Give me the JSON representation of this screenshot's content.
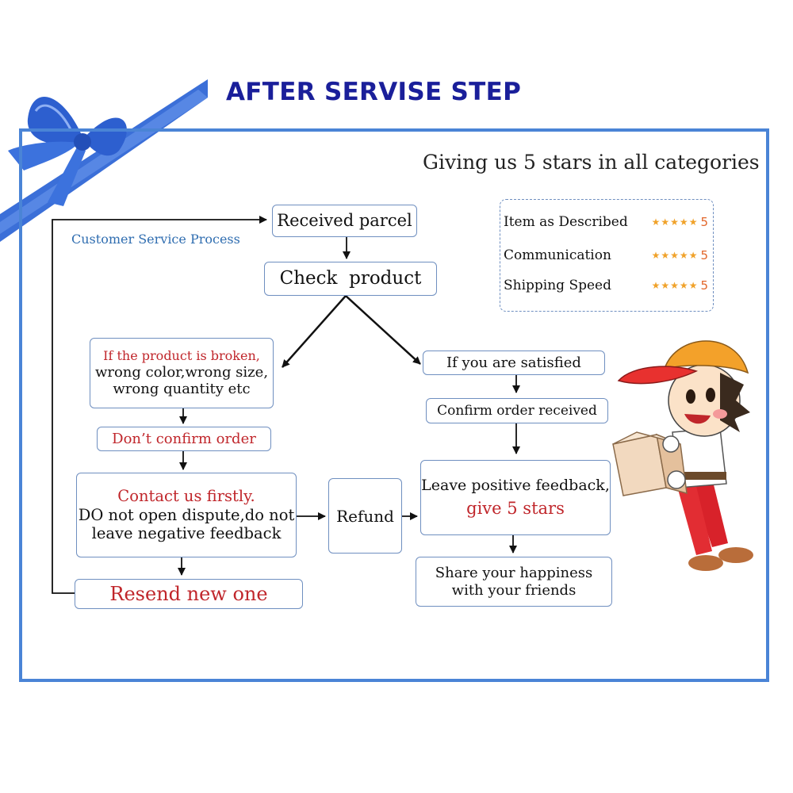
{
  "title": "AFTER SERVISE STEP",
  "subtitle": "Giving us 5 stars in all categories",
  "process_label": "Customer Service Process",
  "ratings": [
    {
      "label": "Item as Described",
      "stars": 5,
      "score": "5"
    },
    {
      "label": "Communication",
      "stars": 5,
      "score": "5"
    },
    {
      "label": "Shipping Speed",
      "stars": 5,
      "score": "5"
    }
  ],
  "steps": {
    "received": "Received parcel",
    "check": "Check  product",
    "broken_red": "If the product is broken,",
    "broken_l2": "wrong color,wrong size,",
    "broken_l3": "wrong quantity etc",
    "dont_confirm": "Don’t confirm order",
    "contact_red": "Contact us firstly.",
    "contact_l2": "DO not open dispute,do not",
    "contact_l3": "leave negative feedback",
    "resend": "Resend new one",
    "refund": "Refund",
    "satisfied": "If you are satisfied",
    "confirm_received": "Confirm order received",
    "leave_feedback": "Leave positive feedback,",
    "give_stars": "give 5 stars",
    "share_l1": "Share your happiness",
    "share_l2": "with your friends"
  },
  "colors": {
    "title": "#1a1f9a",
    "frame": "#4a84d6",
    "box_border": "#6f8fc0",
    "red_text": "#c0262b",
    "star": "#f0a22a"
  }
}
